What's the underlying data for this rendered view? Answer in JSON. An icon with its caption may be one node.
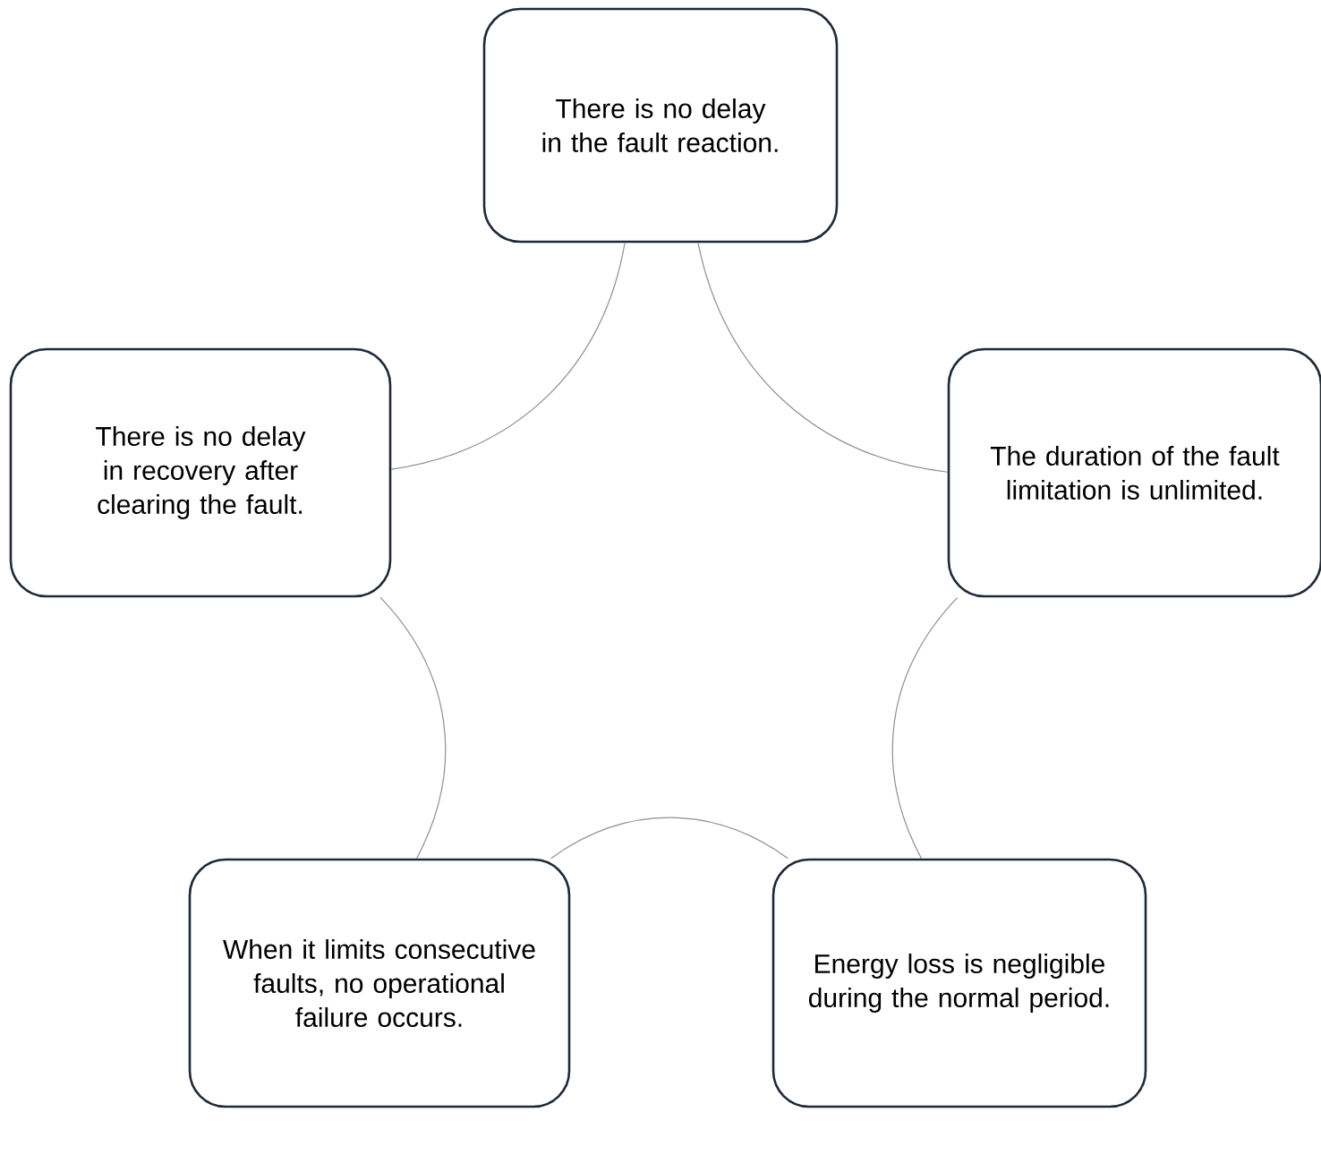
{
  "diagram": {
    "nodes": [
      {
        "text": [
          "There is no delay in the fault reaction."
        ]
      },
      {
        "text": [
          "There is no delay in recovery after clearing the fault."
        ]
      },
      {
        "text": [
          "The duration of the fault limitation is unlimited."
        ]
      },
      {
        "text": [
          "When it limits consecutive faults, no operational failure occurs."
        ]
      },
      {
        "text": [
          "Energy loss is negligible during the normal period."
        ]
      }
    ],
    "edges": [
      {
        "from": 0,
        "to": 2,
        "arrow": "none"
      },
      {
        "from": 2,
        "to": 4,
        "arrow": "none"
      },
      {
        "from": 4,
        "to": 3,
        "arrow": "none"
      },
      {
        "from": 3,
        "to": 1,
        "arrow": "none"
      },
      {
        "from": 1,
        "to": 0,
        "arrow": "none"
      }
    ]
  }
}
